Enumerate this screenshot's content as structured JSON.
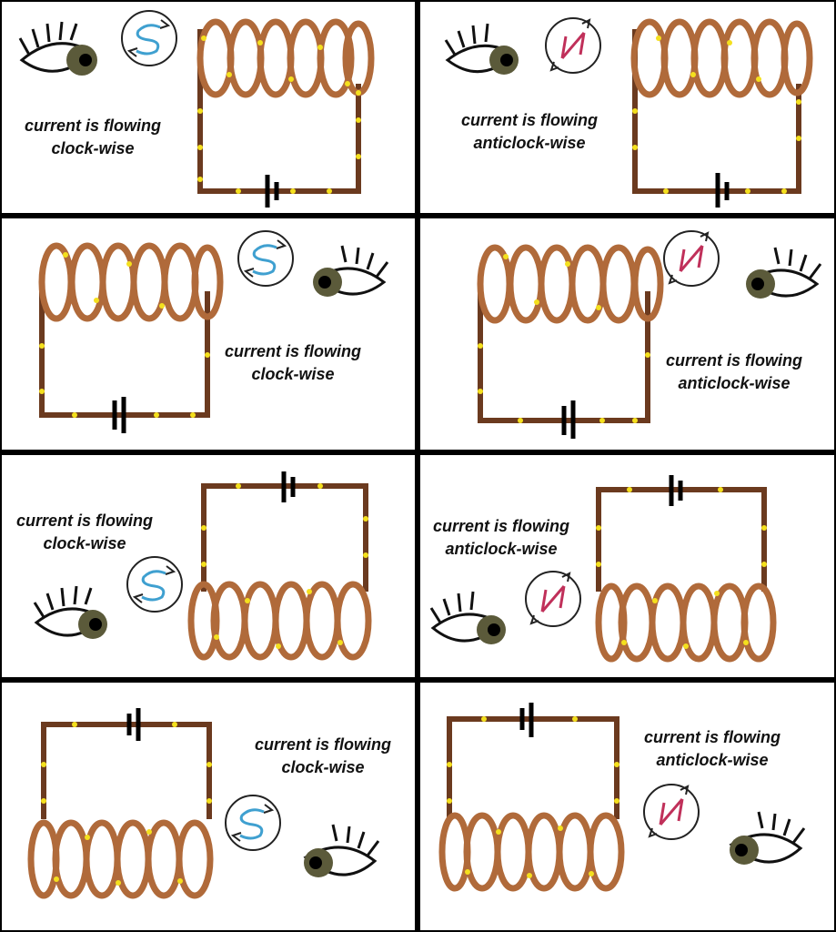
{
  "panels": [
    {
      "line1": "current  is flowing",
      "line2": "clock-wise",
      "direction": "clockwise",
      "symbol_color": "#3fa0d0"
    },
    {
      "line1": "current  is flowing",
      "line2": "anticlock-wise",
      "direction": "anticlockwise",
      "symbol_color": "#c0305a"
    },
    {
      "line1": "current  is flowing",
      "line2": "clock-wise",
      "direction": "clockwise",
      "symbol_color": "#3fa0d0"
    },
    {
      "line1": "current  is flowing",
      "line2": "anticlock-wise",
      "direction": "anticlockwise",
      "symbol_color": "#c0305a"
    },
    {
      "line1": "current  is flowing",
      "line2": "clock-wise",
      "direction": "clockwise",
      "symbol_color": "#3fa0d0"
    },
    {
      "line1": "current  is flowing",
      "line2": "anticlock-wise",
      "direction": "anticlockwise",
      "symbol_color": "#c0305a"
    },
    {
      "line1": "current  is flowing",
      "line2": "clock-wise",
      "direction": "clockwise",
      "symbol_color": "#3fa0d0"
    },
    {
      "line1": "current  is flowing",
      "line2": "anticlock-wise",
      "direction": "anticlockwise",
      "symbol_color": "#c0305a"
    }
  ],
  "colors": {
    "wire": "#6b3a1f",
    "coil": "#b06a3a",
    "coil_light": "#d9986a",
    "dot": "#f4e01e",
    "frame": "#000000"
  },
  "icons": [
    "eye-icon",
    "battery-icon",
    "current-direction-icon",
    "solenoid-coil"
  ]
}
